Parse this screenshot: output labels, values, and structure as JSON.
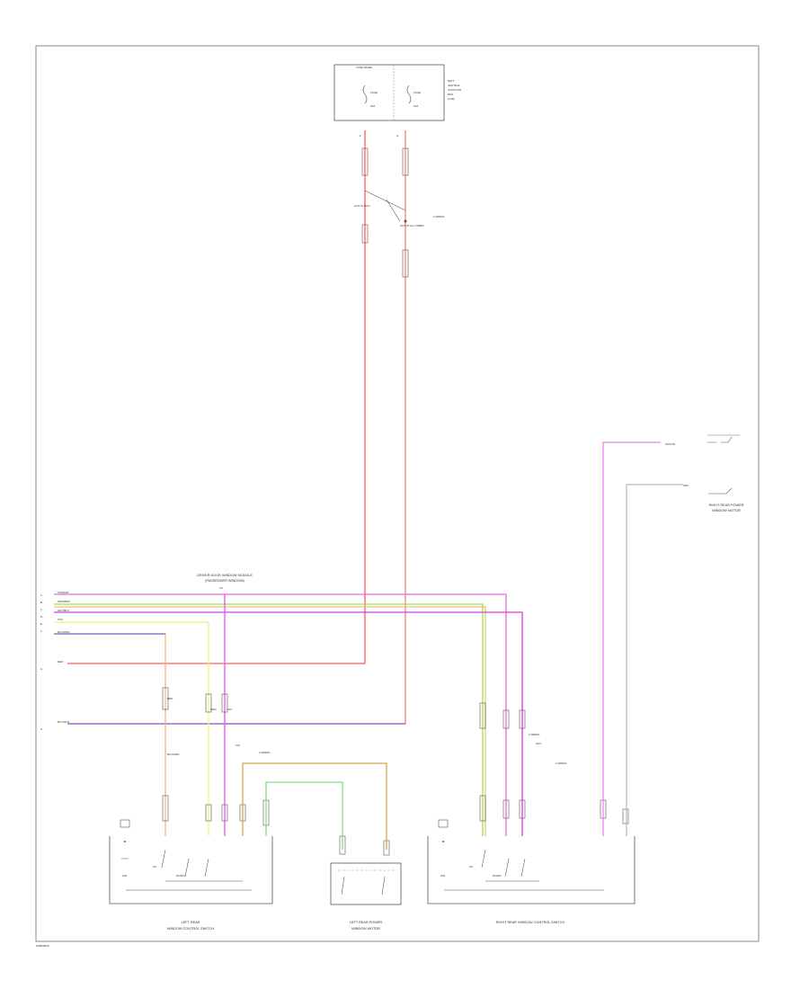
{
  "page_ref": "W0000000",
  "fuse_panel": {
    "title": "FUSE PANEL",
    "notes": [
      "BATT",
      "CENTRAL",
      "JUNCTION",
      "BOX",
      "(CJB)"
    ],
    "fuse_left": {
      "name": "FUSE",
      "rating": "30A"
    },
    "fuse_right": {
      "name": "FUSE",
      "rating": "10A"
    },
    "pin_left": "F",
    "pin_right": "G"
  },
  "relay": {
    "label_left": "HOT IN RUN",
    "label_right": "HOT AT ALL TIMES",
    "wire_label": "2 WIRES"
  },
  "module": {
    "title": "DRIVER DOOR WINDOW MODULE",
    "subtitle": "(PASSENGER WINDOW)",
    "pin": "C2"
  },
  "module_pins": [
    "A",
    "B",
    "C",
    "D",
    "E",
    "F",
    "G",
    "H"
  ],
  "module_wires": [
    {
      "label": "VIO/WHT",
      "color": "#e36ce3"
    },
    {
      "label": "GRN/BRN",
      "color": "#a8d85c"
    },
    {
      "label": "GRY/BLK",
      "color": "#d93ed9"
    },
    {
      "label": "TAN",
      "color": "#f5f27a"
    },
    {
      "label": "BLU/ORG",
      "color": "#7d6ac9"
    },
    {
      "label": "RED",
      "color": "#ff6b6b"
    },
    {
      "label": "BLU/WHT",
      "color": "#8b5fd1"
    }
  ],
  "wire_colors": {
    "red": "#ff5a5a",
    "pink": "#ff9ad0",
    "orange": "#f8b478",
    "yellow": "#f3f07a",
    "magenta": "#e455e4",
    "green": "#9ad45a",
    "brown": "#d4a84a",
    "lime": "#80e080",
    "gray": "#bbbbbb"
  },
  "segment_labels": [
    "RED",
    "BLU/ORG",
    "ORG",
    "TAN",
    "VIO",
    "GRY"
  ],
  "wire_count_labels": [
    "2 WIRES",
    "2 WIRES",
    "2 WIRES"
  ],
  "components": {
    "left_switch": {
      "title": "LEFT REAR",
      "subtitle": "WINDOW CONTROL SWITCH",
      "labels": [
        "UP",
        "DOWN",
        "S/D"
      ]
    },
    "left_motor": {
      "title": "LEFT REAR POWER",
      "subtitle": "WINDOW MOTOR"
    },
    "right_switch": {
      "title": "RIGHT REAR WINDOW CONTROL SWITCH",
      "labels": [
        "UP",
        "DOWN",
        "S/D"
      ]
    },
    "right_motor": {
      "title": "RIGHT REAR POWER",
      "subtitle": "WINDOW MOTOR",
      "labels": [
        "MOTOR",
        "GRY"
      ]
    }
  }
}
